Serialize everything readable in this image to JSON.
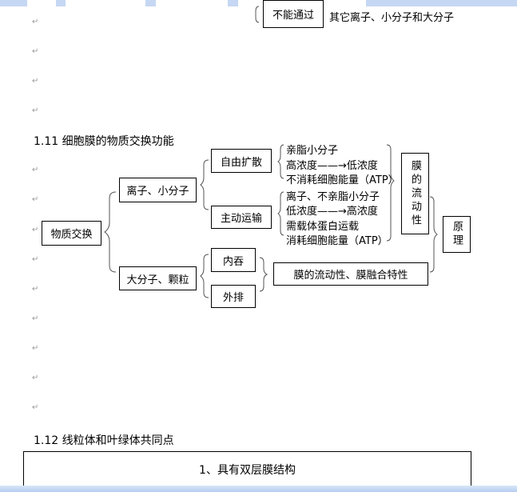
{
  "top": {
    "box": "不能通过",
    "text": "其它离子、小分子和大分子"
  },
  "pilcrow": "↵",
  "section1": {
    "heading": "1.11 细胞膜的物质交换功能",
    "root": "物质交换",
    "small": "离子、小分子",
    "large": "大分子、颗粒",
    "free": "自由扩散",
    "active": "主动运输",
    "endo": "内吞",
    "exo": "外排",
    "free_lines": [
      "亲脂小分子",
      "高浓度——→低浓度",
      "不消耗细胞能量（ATP）"
    ],
    "active_lines": [
      "离子、不亲脂小分子",
      "低浓度——→高浓度",
      "需载体蛋白运载",
      "消耗细胞能量（ATP）"
    ],
    "fluidity": "膜的流动性",
    "principle": "原理",
    "fusion": "膜的流动性、膜融合特性"
  },
  "section2": {
    "heading": "1.12 线粒体和叶绿体共同点",
    "row1": "1、具有双层膜结构"
  }
}
